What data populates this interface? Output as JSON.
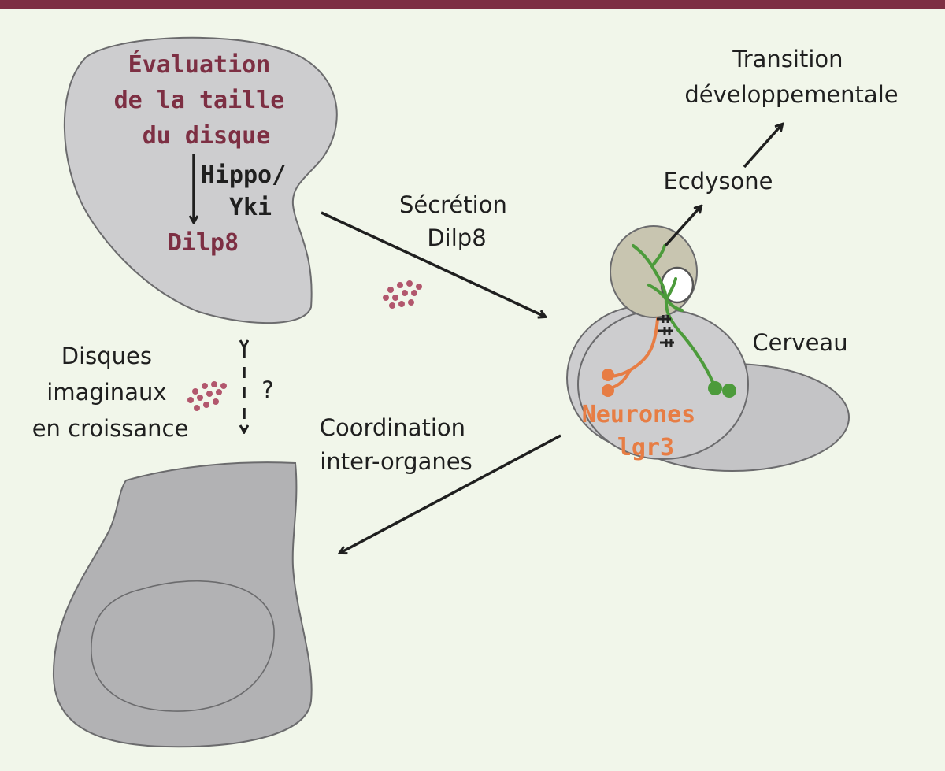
{
  "colors": {
    "background": "#f1f6ea",
    "top_bar": "#7d2f43",
    "tissue": "#cdcdcf",
    "tissue_stroke": "#6b6b6d",
    "dark_tissue": "#b2b2b4",
    "ring_gland": "#c8c5b0",
    "neuron_green": "#4c9b3b",
    "neuron_orange": "#e77d44",
    "dilp8_dot": "#b2576d",
    "label_red": "#7d2f43",
    "label_orange": "#e77d44"
  },
  "labels": {
    "evaluation": [
      "Évaluation",
      "de la taille",
      "du disque"
    ],
    "hippo": [
      "Hippo/",
      "Yki"
    ],
    "dilp8_disc": "Dilp8",
    "secretion": [
      "Sécrétion",
      "Dilp8"
    ],
    "ecdysone": "Ecdysone",
    "transition": [
      "Transition",
      "développementale"
    ],
    "cerveau": "Cerveau",
    "neurones": [
      "Neurones",
      "lgr3"
    ],
    "disques": [
      "Disques",
      "imaginaux",
      "en croissance"
    ],
    "question": "?",
    "coordination": [
      "Coordination",
      "inter-organes"
    ]
  },
  "icons": {
    "dilp8_cluster": "dilp8-particles-icon",
    "synapse": "synapse-icon"
  }
}
